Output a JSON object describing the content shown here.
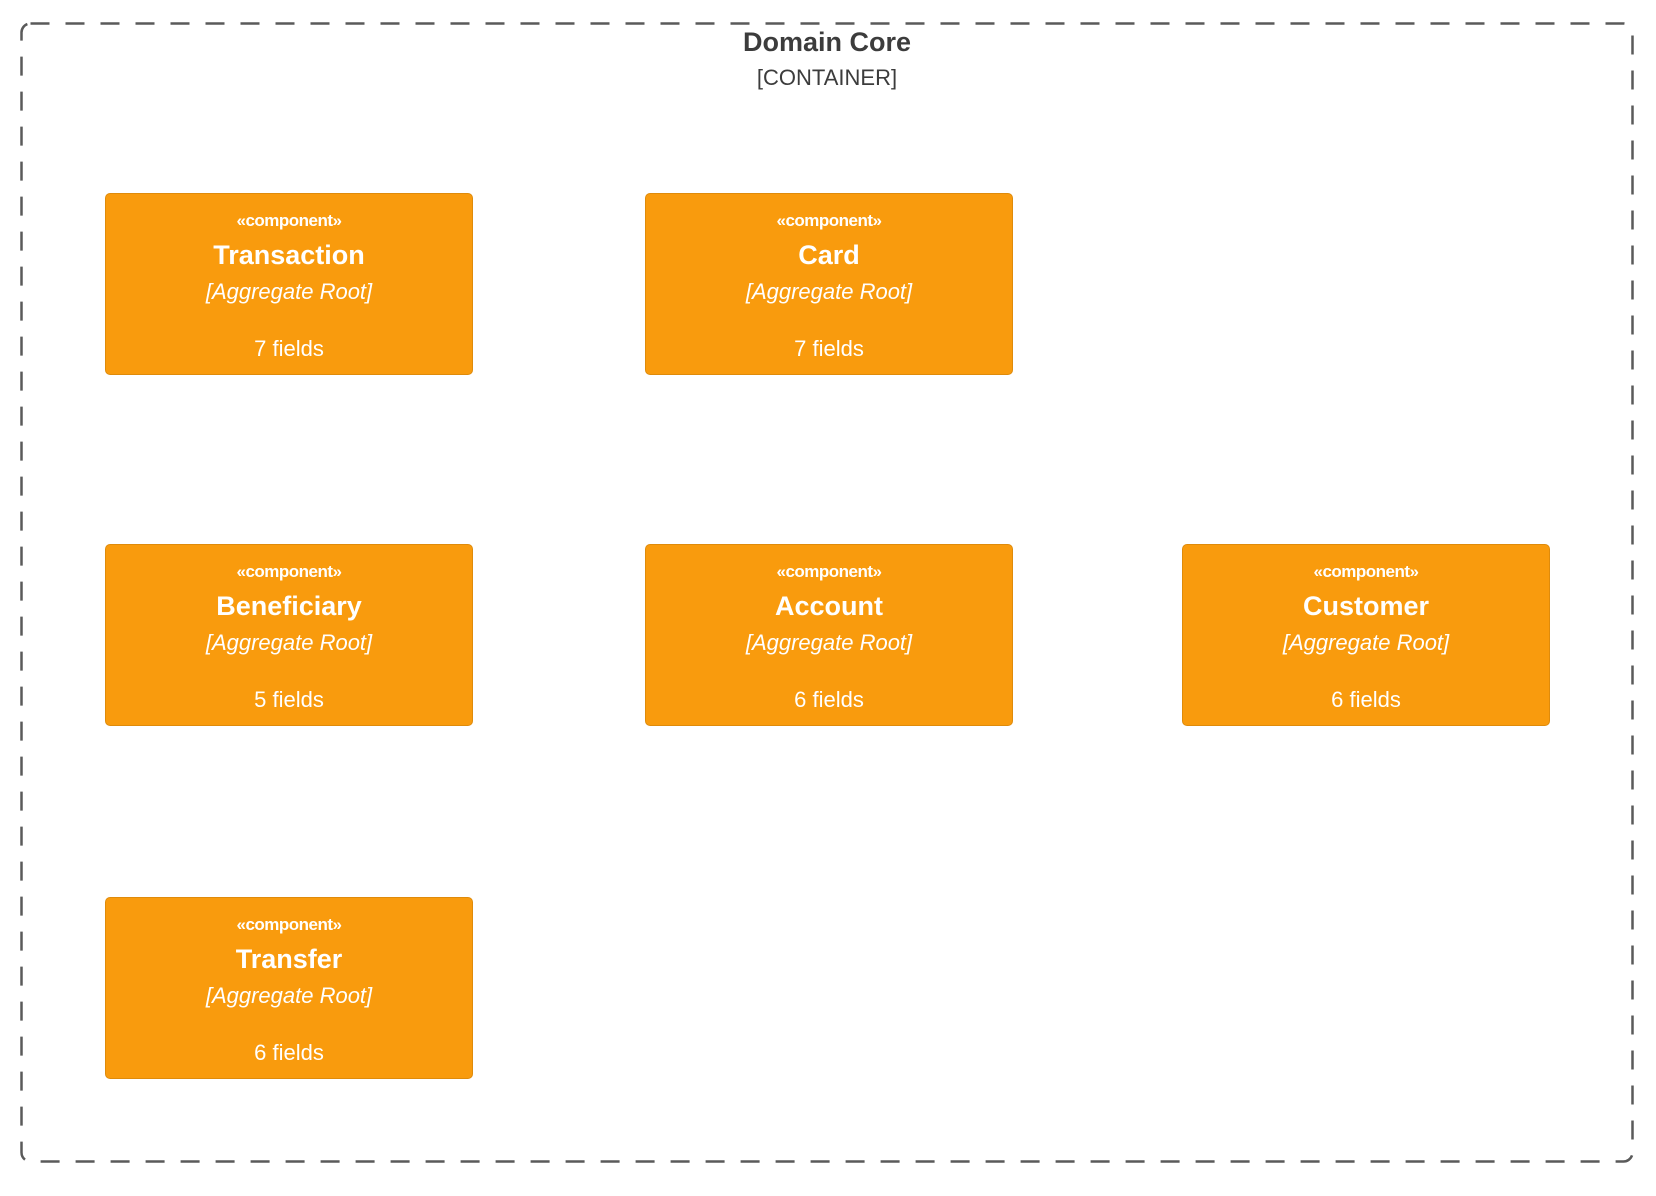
{
  "container": {
    "title": "Domain Core",
    "subtitle": "[CONTAINER]",
    "components": [
      {
        "stereotype": "«component»",
        "name": "Transaction",
        "role": "[Aggregate Root]",
        "fields": "7 fields"
      },
      {
        "stereotype": "«component»",
        "name": "Card",
        "role": "[Aggregate Root]",
        "fields": "7 fields"
      },
      {
        "stereotype": "«component»",
        "name": "Beneficiary",
        "role": "[Aggregate Root]",
        "fields": "5 fields"
      },
      {
        "stereotype": "«component»",
        "name": "Account",
        "role": "[Aggregate Root]",
        "fields": "6 fields"
      },
      {
        "stereotype": "«component»",
        "name": "Customer",
        "role": "[Aggregate Root]",
        "fields": "6 fields"
      },
      {
        "stereotype": "«component»",
        "name": "Transfer",
        "role": "[Aggregate Root]",
        "fields": "6 fields"
      }
    ]
  },
  "colors": {
    "component_fill": "#F99B0D",
    "component_text": "#ffffff",
    "boundary_border": "#5a5a5a",
    "title_text": "#3c3c3c"
  }
}
